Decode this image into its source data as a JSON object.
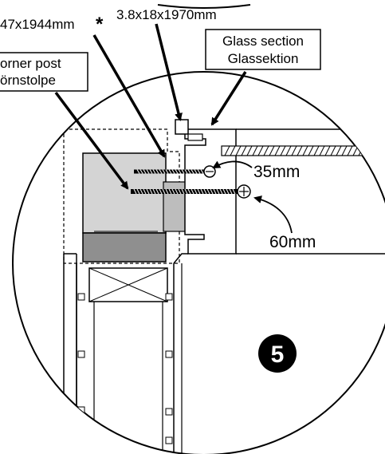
{
  "labels": {
    "dim_top_left": "47x1944mm",
    "asterisk": "*",
    "dim_top_center": "3.8x18x1970mm",
    "corner_post_en": "orner post",
    "corner_post_sv": "örnstolpe",
    "glass_section_en": "Glass section",
    "glass_section_sv": "Glassektion",
    "screw_short": "35mm",
    "screw_long": "60mm",
    "step_number": "5"
  },
  "colors": {
    "ink": "#000000",
    "post_fill": "#d4d4d4",
    "post_base": "#8f8f8f",
    "paper": "#ffffff"
  }
}
